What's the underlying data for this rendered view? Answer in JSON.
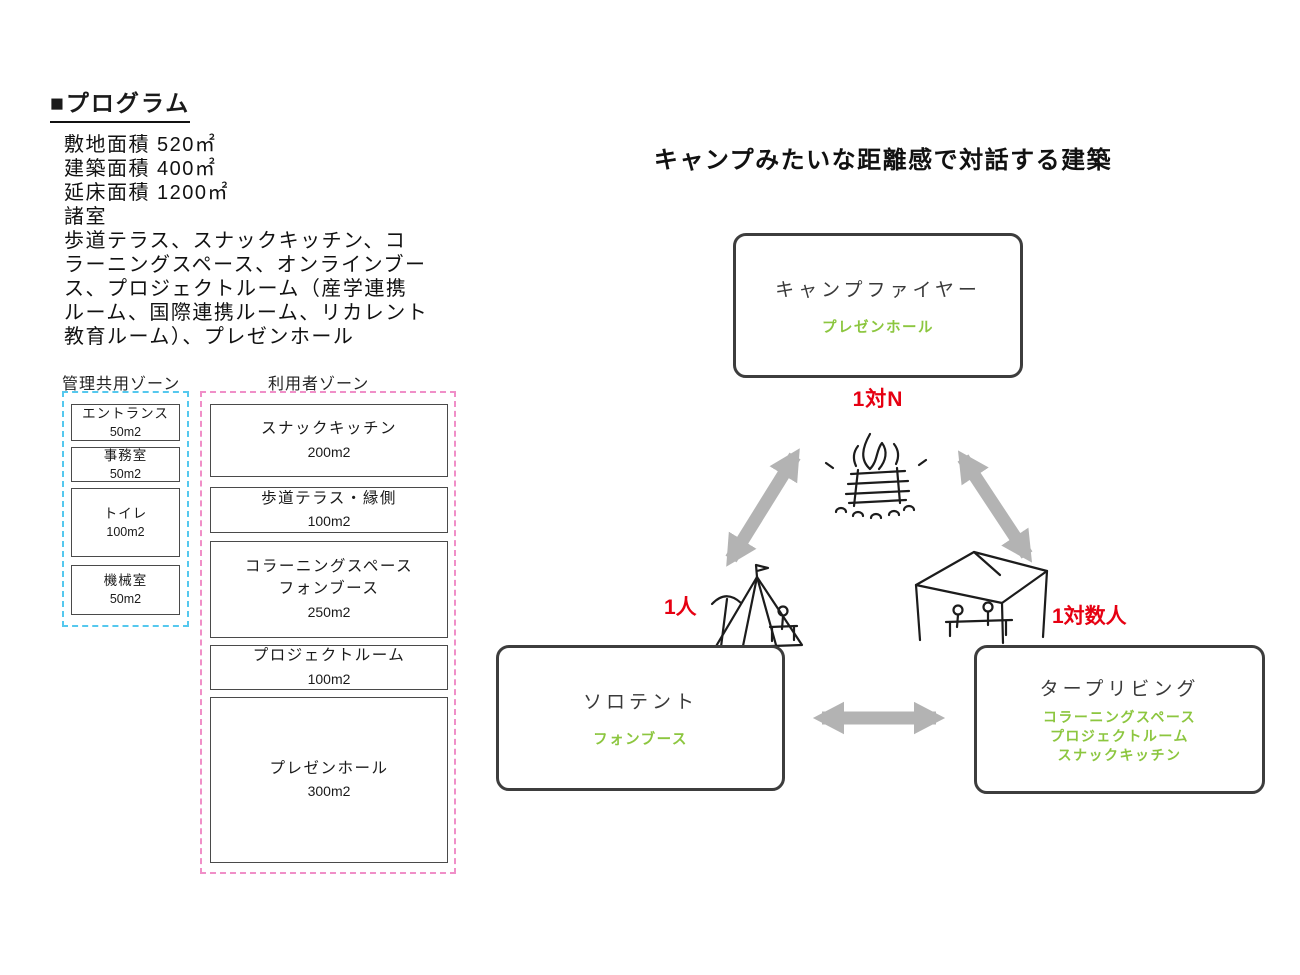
{
  "header": {
    "title": "■プログラム"
  },
  "program": {
    "lines": [
      "敷地面積 520㎡",
      "建築面積 400㎡",
      "延床面積 1200㎡",
      "諸室",
      "歩道テラス、スナックキッチン、コ",
      "ラーニングスペース、オンラインブー",
      "ス、プロジェクトルーム（産学連携",
      "ルーム、国際連携ルーム、リカレント",
      "教育ルーム）、プレゼンホール"
    ]
  },
  "zones": {
    "admin": {
      "label": "管理共用ゾーン",
      "border_color": "#55c8ee",
      "rooms": [
        {
          "name": "エントランス",
          "area": "50m2"
        },
        {
          "name": "事務室",
          "area": "50m2"
        },
        {
          "name": "トイレ",
          "area": "100m2"
        },
        {
          "name": "機械室",
          "area": "50m2"
        }
      ]
    },
    "user": {
      "label": "利用者ゾーン",
      "border_color": "#f08fc8",
      "rooms": [
        {
          "name": "スナックキッチン",
          "area": "200m2"
        },
        {
          "name": "歩道テラス・縁側",
          "area": "100m2"
        },
        {
          "name": "コラーニングスペース\nフォンブース",
          "area": "250m2"
        },
        {
          "name": "プロジェクトルーム",
          "area": "100m2"
        },
        {
          "name": "プレゼンホール",
          "area": "300m2"
        }
      ]
    }
  },
  "diagram": {
    "title": "キャンプみたいな距離感で対話する建築",
    "nodes": {
      "campfire": {
        "label": "キャンプファイヤー",
        "program": "プレゼンホール",
        "relation": "1対N"
      },
      "solo_tent": {
        "label": "ソロテント",
        "program": "フォンブース",
        "relation": "1人"
      },
      "tarp_living": {
        "label": "タープリビング",
        "programs": [
          "コラーニングスペース",
          "プロジェクトルーム",
          "スナックキッチン"
        ],
        "relation": "1対数人"
      }
    },
    "colors": {
      "program_green": "#8cc63f",
      "relation_red": "#e60012",
      "arrow_gray": "#b3b3b3",
      "node_border": "#3d3d3d"
    }
  }
}
